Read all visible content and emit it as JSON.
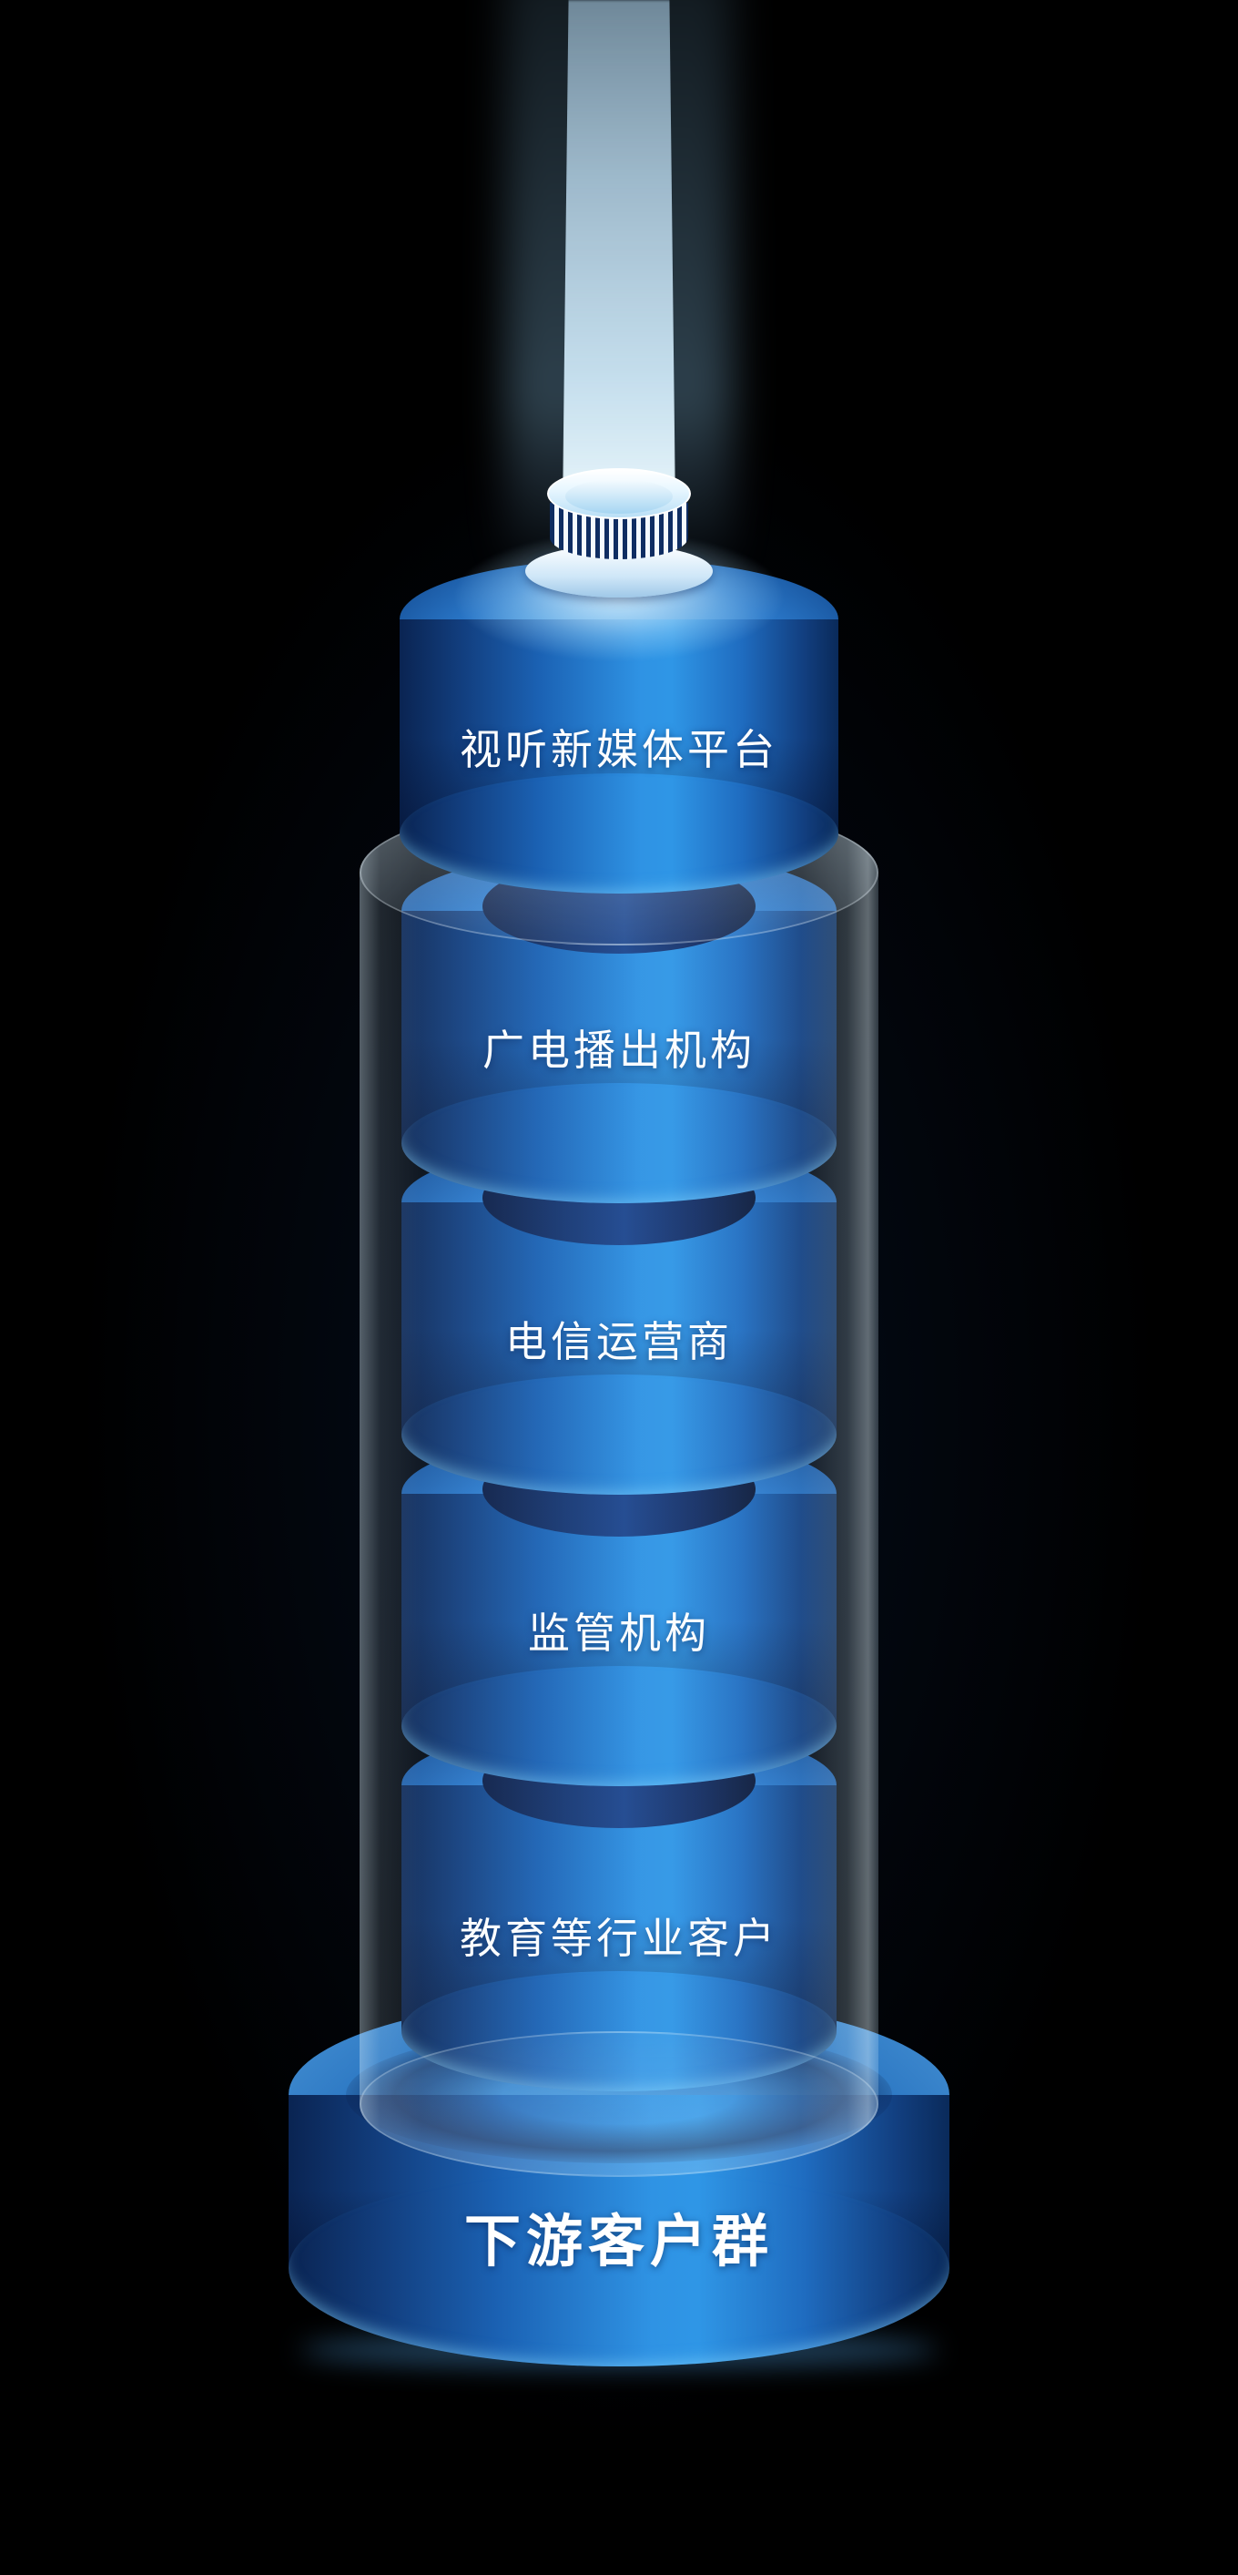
{
  "background_color": "#000000",
  "palette": {
    "cylinder_highlight": "#2f96e6",
    "cylinder_shadow": "#0a2452",
    "neck": "#142d63",
    "beam": "#cfe9fb",
    "glass": "#bcdcff",
    "text": "#ffffff"
  },
  "tower": {
    "segments": [
      {
        "label": "视听新媒体平台"
      },
      {
        "label": "广电播出机构"
      },
      {
        "label": "电信运营商"
      },
      {
        "label": "监管机构"
      },
      {
        "label": "教育等行业客户"
      }
    ],
    "base": {
      "label": "下游客户群"
    }
  }
}
